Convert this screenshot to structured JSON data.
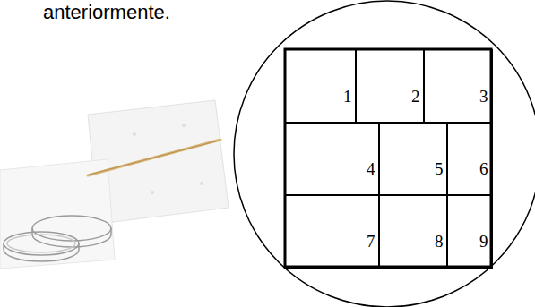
{
  "diagram": {
    "nodes": [
      {
        "text": [
          "1"
        ]
      },
      {
        "text": [
          "2"
        ]
      },
      {
        "text": [
          "3"
        ]
      },
      {
        "text": [
          "4"
        ]
      },
      {
        "text": [
          "5"
        ]
      },
      {
        "text": [
          "6"
        ]
      },
      {
        "text": [
          "7"
        ]
      },
      {
        "text": [
          "8"
        ]
      },
      {
        "text": [
          "9"
        ]
      }
    ],
    "labels": [
      "anteriormente."
    ]
  }
}
